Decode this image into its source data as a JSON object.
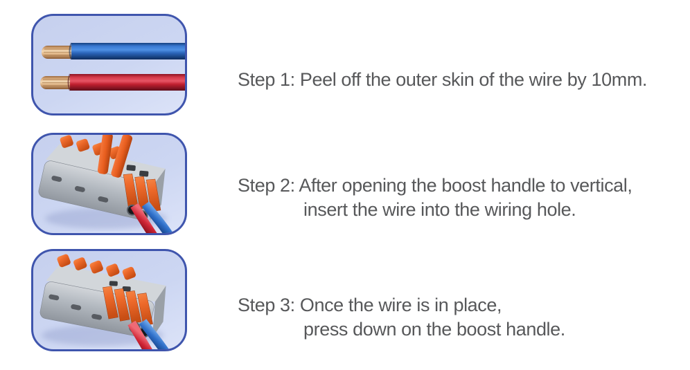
{
  "page": {
    "background": "#ffffff",
    "kind": "wiring-connector-instruction-sheet"
  },
  "colors": {
    "panel_border_blue": "#3f55ad",
    "panel_background": "#ccd6f2",
    "text_gray": "#57585a",
    "wire_blue": "#2e6fc8",
    "wire_red": "#cf2435",
    "copper": "#e3b98a",
    "connector_gray": "#b3b9c0",
    "lever_orange": "#ee6a2b"
  },
  "image_frames": [
    {
      "name": "stripped-wires-illustration",
      "description": "Blue and red wires with 10mm of copper exposed at the ends"
    },
    {
      "name": "connector-open-illustration",
      "description": "Gray wiring connector with two orange boost handles raised vertical, red and blue wires inserted"
    },
    {
      "name": "connector-closed-illustration",
      "description": "Gray wiring connector with all orange boost handles pressed down, red and blue wires in place"
    }
  ],
  "steps": [
    {
      "lines": [
        "Step 1: Peel off the outer skin of the wire by 10mm."
      ]
    },
    {
      "lines": [
        "Step 2: After opening the boost handle to vertical,",
        "insert the wire into the wiring hole."
      ]
    },
    {
      "lines": [
        "Step 3: Once the wire is in place,",
        "press down on the boost handle."
      ]
    }
  ]
}
